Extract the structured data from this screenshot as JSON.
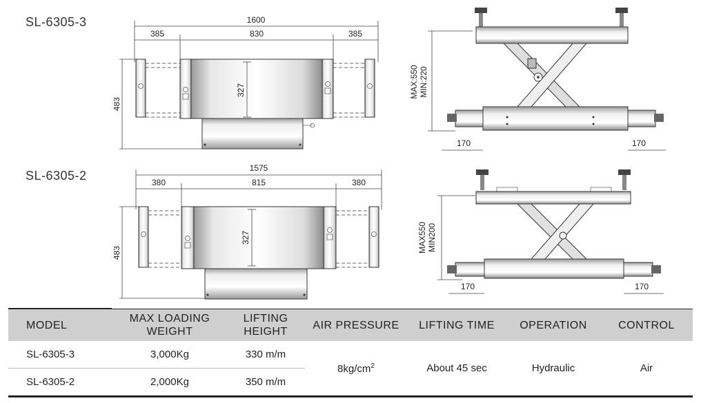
{
  "drawings": {
    "top": {
      "model": "SL-6305-3",
      "overall_width": "1600",
      "left_span": "385",
      "center_span": "830",
      "right_span": "385",
      "inner_height": "327",
      "overall_depth": "483",
      "side_height": "MAX:550",
      "side_height_min": "MIN:220",
      "side_left_ext": "170",
      "side_right_ext": "170"
    },
    "bottom": {
      "model": "SL-6305-2",
      "overall_width": "1575",
      "left_span": "380",
      "center_span": "815",
      "right_span": "380",
      "inner_height": "327",
      "overall_depth": "483",
      "side_height": "MAX550",
      "side_height_min": "MIN200",
      "side_left_ext": "170",
      "side_right_ext": "170"
    }
  },
  "table": {
    "headers": {
      "model": "MODEL",
      "max_loading_1": "MAX LOADING",
      "max_loading_2": "WEIGHT",
      "lifting_height_1": "LIFTING",
      "lifting_height_2": "HEIGHT",
      "air_pressure": "AIR PRESSURE",
      "lifting_time": "LIFTING TIME",
      "operation": "OPERATION",
      "control": "CONTROL"
    },
    "rows": [
      {
        "model": "SL-6305-3",
        "max_loading": "3,000Kg",
        "lifting_height": "330 m/m"
      },
      {
        "model": "SL-6305-2",
        "max_loading": "2,000Kg",
        "lifting_height": "350 m/m"
      }
    ],
    "shared": {
      "air_pressure": "8kg/cm",
      "air_pressure_sup": "2",
      "lifting_time": "About 45 sec",
      "operation": "Hydraulic",
      "control": "Air"
    }
  }
}
